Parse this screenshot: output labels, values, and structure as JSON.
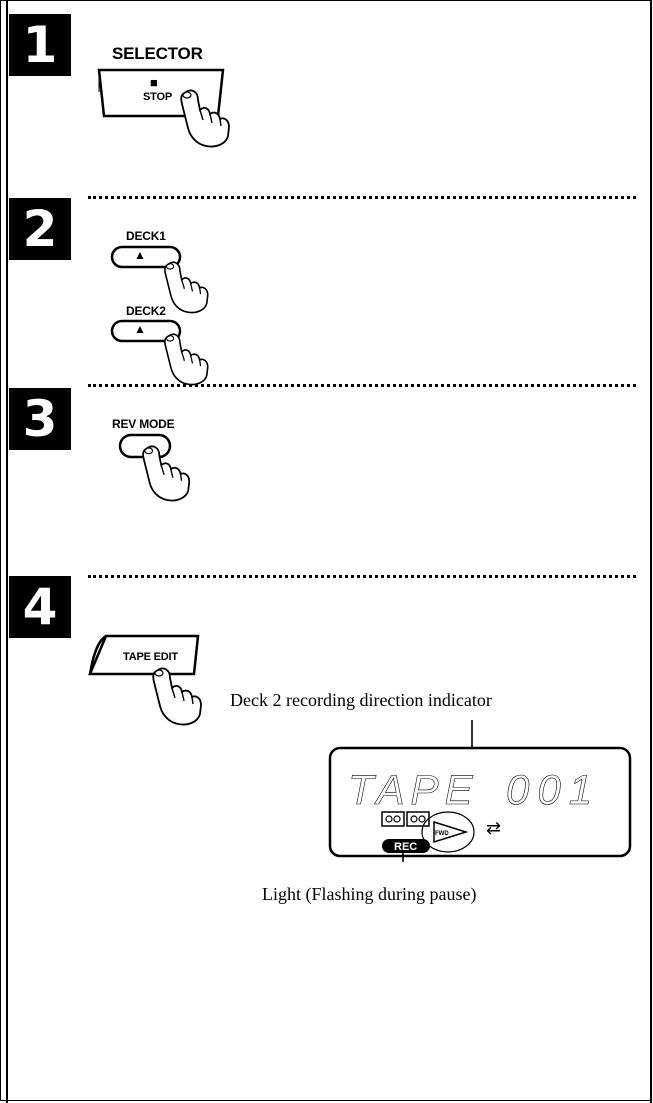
{
  "steps": [
    {
      "number": "1"
    },
    {
      "number": "2"
    },
    {
      "number": "3"
    },
    {
      "number": "4"
    }
  ],
  "buttons": {
    "selector_label": "SELECTOR",
    "stop_symbol": "■",
    "stop_label": "STOP",
    "deck1_label": "DECK1",
    "deck2_label": "DECK2",
    "eject_symbol": "▲",
    "rev_mode_label": "REV MODE",
    "tape_edit_label": "TAPE EDIT"
  },
  "display": {
    "text_left": "TAPE",
    "text_right": "001",
    "rec_badge": "REC",
    "fwd_badge": "FWD",
    "direction_glyph": "⇄"
  },
  "annotations": {
    "deck2_direction": "Deck 2 recording direction indicator",
    "light_flashing": "Light (Flashing during pause)"
  }
}
